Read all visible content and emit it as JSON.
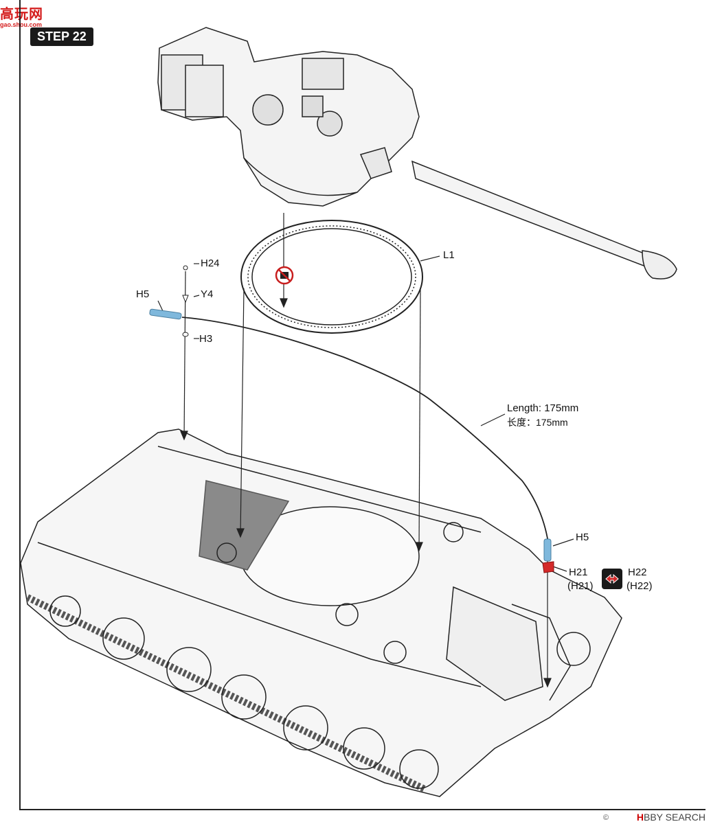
{
  "watermark": {
    "site_name": "高玩网",
    "site_url": "gao.shou.com"
  },
  "step_label": "STEP 22",
  "parts": {
    "ring": "L1",
    "h24": "H24",
    "y4": "Y4",
    "h5_top": "H5",
    "h3": "H3",
    "h5_bottom": "H5",
    "h21": "H21",
    "h21_alt": "(H21)",
    "h22": "H22",
    "h22_alt": "(H22)"
  },
  "length_note": {
    "en": "Length: 175mm",
    "cn": "长度：175mm"
  },
  "icons": {
    "no_glue": "no-glue-icon",
    "swap": "alternate-part-icon"
  },
  "footer": {
    "copyright": "©",
    "brand_prefix": "H",
    "brand_rest": "BBY SEARCH"
  },
  "colors": {
    "part_blue": "#7fb8dc",
    "part_red": "#d42a2a",
    "accent": "#d41d1d"
  }
}
